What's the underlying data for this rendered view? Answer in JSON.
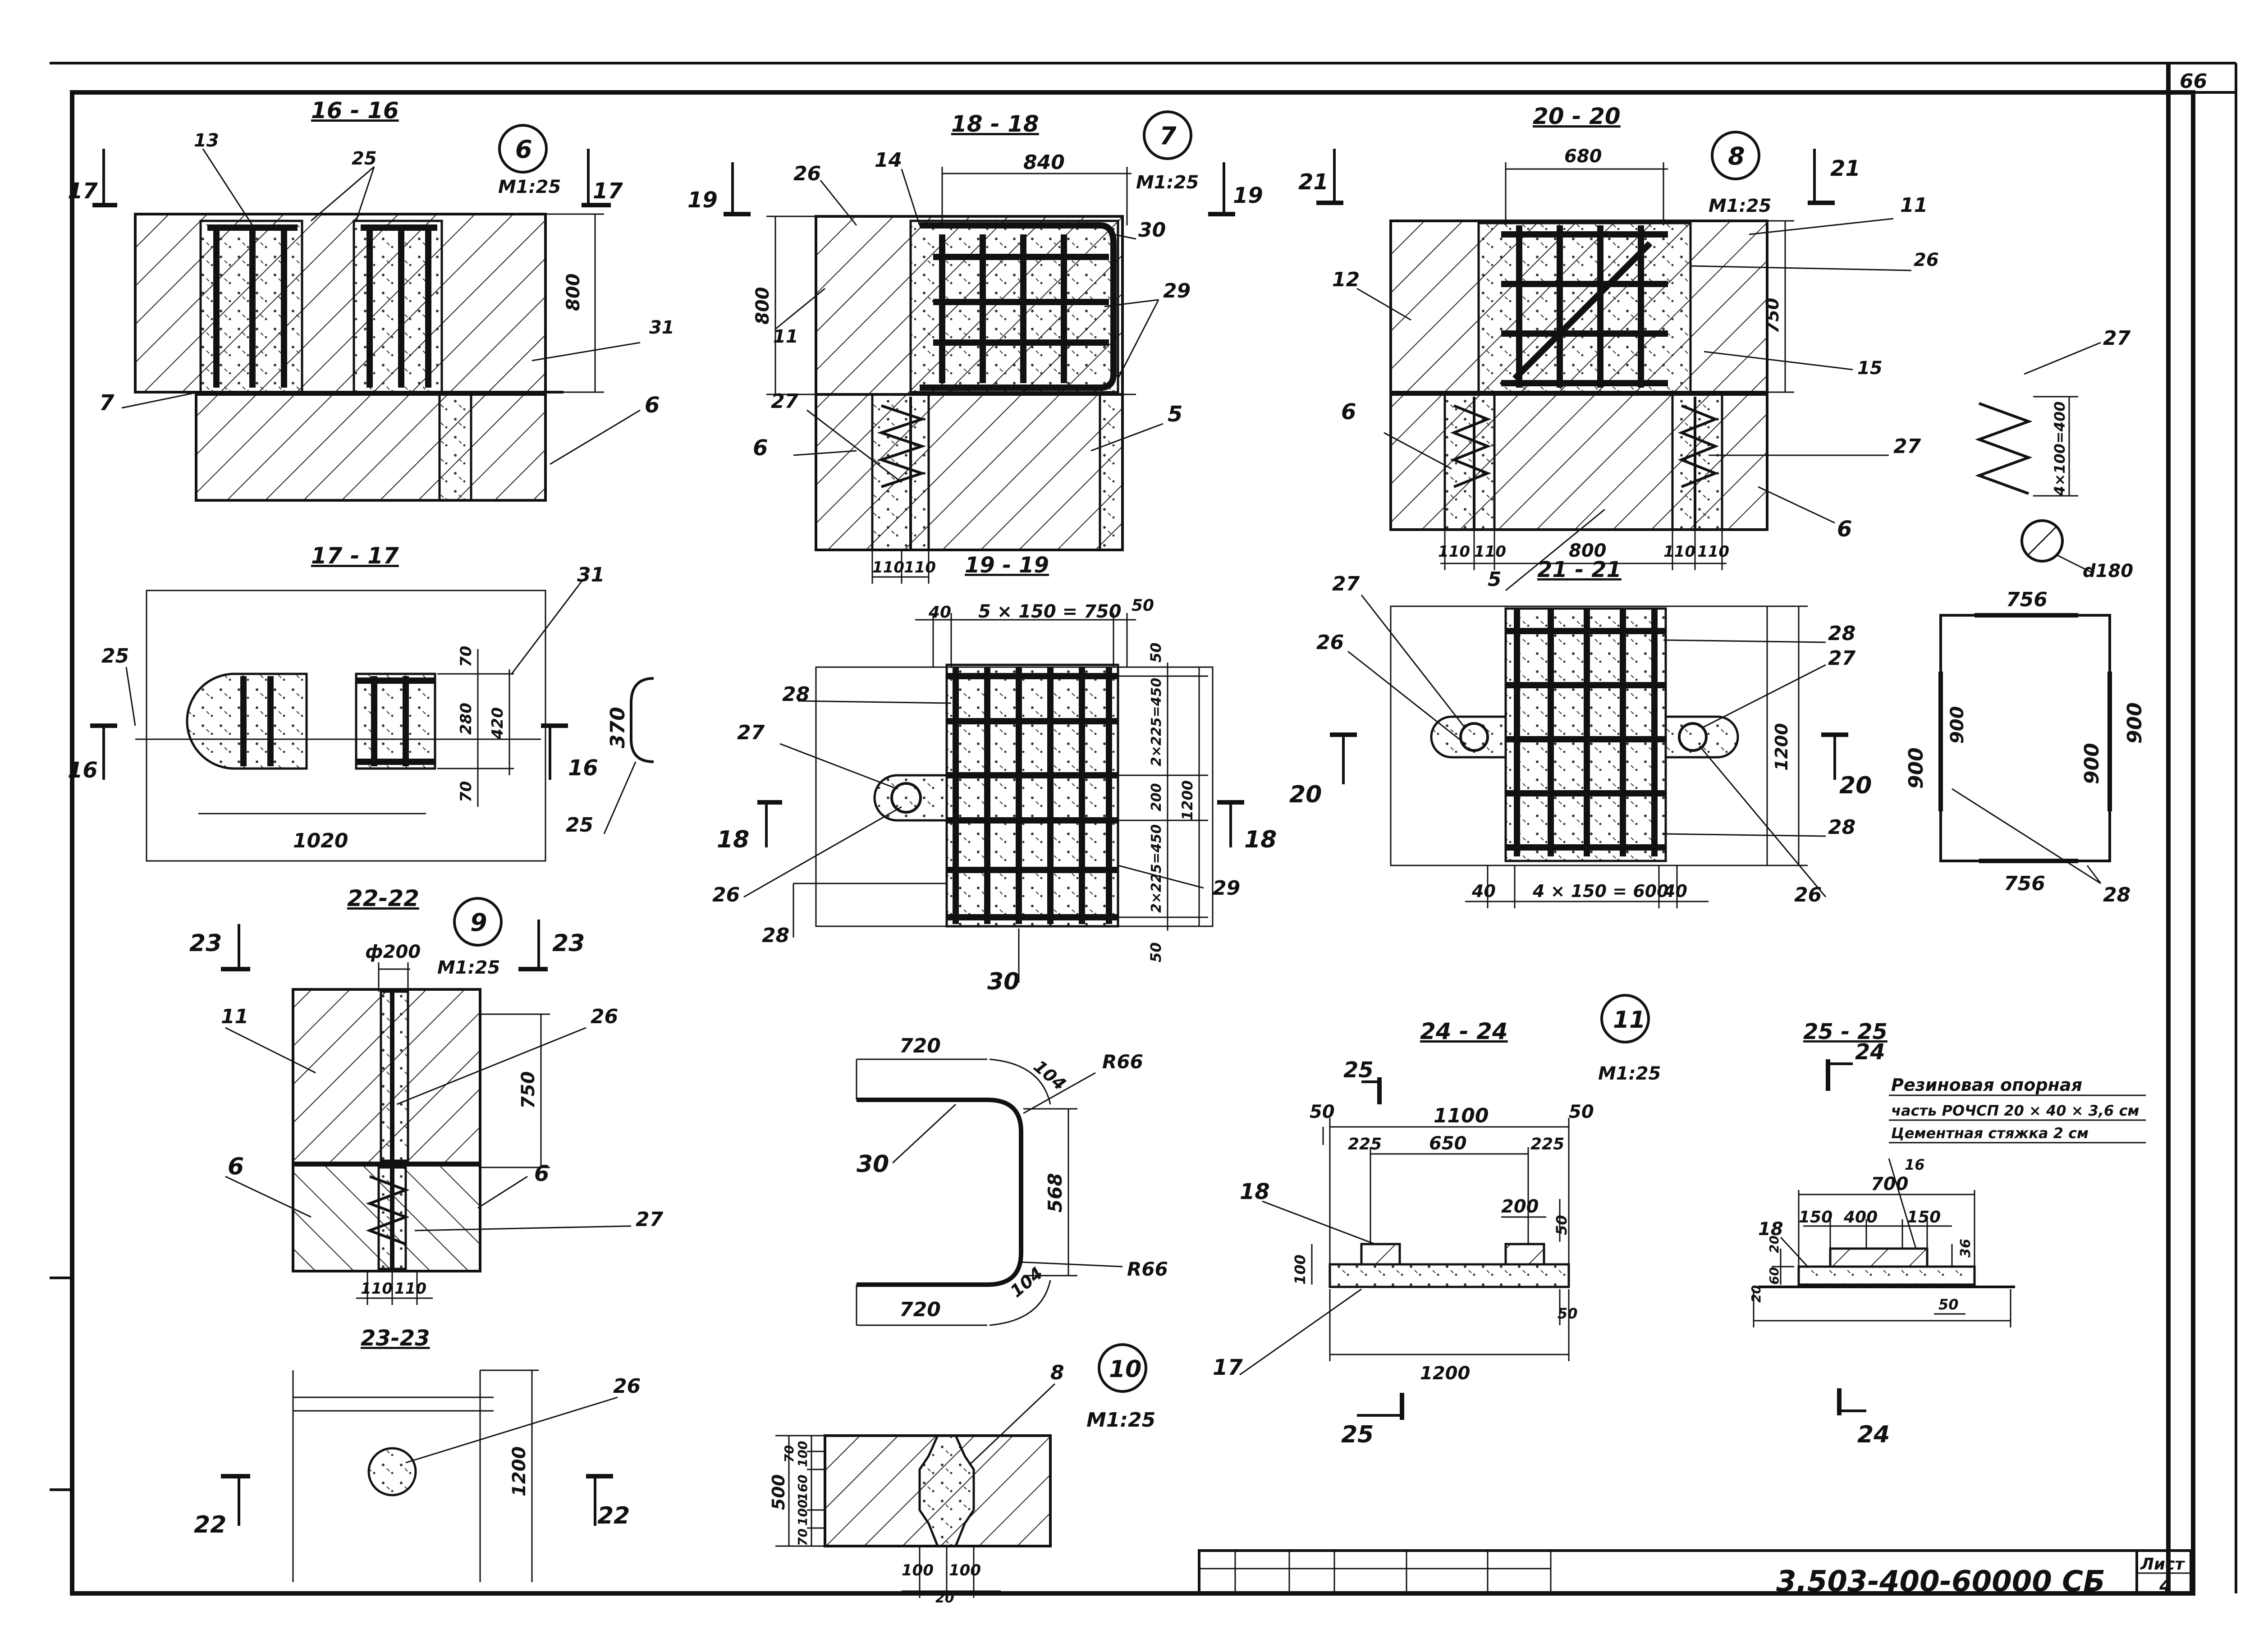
{
  "sheet": {
    "number_label": "Лист",
    "number": "4",
    "corner_number": "66",
    "code": "3.503-400-60000 СБ"
  },
  "details": {
    "d6": {
      "num": "6",
      "scale": "М1:25"
    },
    "d7": {
      "num": "7",
      "scale": "М1:25"
    },
    "d8": {
      "num": "8",
      "scale": "М1:25"
    },
    "d9": {
      "num": "9",
      "scale": "М1:25"
    },
    "d10": {
      "num": "10",
      "scale": "М1:25"
    },
    "d11": {
      "num": "11",
      "scale": "М1:25"
    }
  },
  "sections": {
    "s16": {
      "title": "16 - 16",
      "cut": "17",
      "dim_h": "800",
      "leaders": [
        "13",
        "25",
        "31",
        "7",
        "6"
      ]
    },
    "s17": {
      "title": "17 - 17",
      "cut": "16",
      "dims": [
        "70",
        "280",
        "420",
        "70",
        "1020",
        "370"
      ],
      "leaders": [
        "25",
        "31",
        "25"
      ]
    },
    "s18": {
      "title": "18 - 18",
      "cut": "19",
      "dims": [
        "840",
        "800"
      ],
      "leaders": [
        "26",
        "14",
        "11",
        "30",
        "29",
        "27",
        "6",
        "5"
      ],
      "bottom_dims": [
        "110",
        "110"
      ]
    },
    "s19": {
      "title": "19 - 19",
      "cut": "18",
      "dims": [
        "40",
        "5 × 150 = 750",
        "50",
        "50",
        "2×225=450",
        "200",
        "1200",
        "2×225=450",
        "50"
      ],
      "leaders": [
        "28",
        "27",
        "26",
        "28",
        "29",
        "30"
      ]
    },
    "s20": {
      "title": "20 - 20",
      "cut": "21",
      "dims": [
        "680",
        "750",
        "110",
        "110",
        "800",
        "110",
        "110"
      ],
      "leaders": [
        "12",
        "11",
        "26",
        "15",
        "6",
        "27",
        "6",
        "5"
      ]
    },
    "s21": {
      "title": "21 - 21",
      "cut": "20",
      "dims": [
        "1200",
        "40",
        "4 × 150 = 600",
        "40"
      ],
      "leaders": [
        "27",
        "26",
        "28",
        "27",
        "28",
        "26"
      ]
    },
    "s22": {
      "title": "22-22",
      "cut": "23",
      "dims": [
        "ф200",
        "750",
        "110",
        "110"
      ],
      "leaders": [
        "11",
        "26",
        "6",
        "6",
        "27"
      ]
    },
    "s23": {
      "title": "23-23",
      "cut": "22",
      "dims": [
        "1200"
      ],
      "leaders": [
        "26"
      ]
    },
    "s24": {
      "title": "24 - 24",
      "cut": "25",
      "dims": [
        "50",
        "1100",
        "50",
        "225",
        "650",
        "225",
        "200",
        "50",
        "100",
        "50",
        "1200"
      ],
      "leaders": [
        "18",
        "17"
      ]
    },
    "s25": {
      "title": "25 - 25",
      "cut": "24",
      "dims": [
        "700",
        "16",
        "150",
        "400",
        "150",
        "20",
        "36",
        "20",
        "60",
        "50"
      ],
      "leaders": [
        "18"
      ]
    }
  },
  "part27": {
    "label": "27",
    "dim": "4×100=400",
    "disk": "d180"
  },
  "part28": {
    "label": "28",
    "top": "756",
    "bottom": "756",
    "dims": [
      "900",
      "900",
      "900",
      "900"
    ]
  },
  "part30": {
    "label": "30",
    "dims": [
      "720",
      "104",
      "R66",
      "568",
      "720",
      "104",
      "R66"
    ]
  },
  "part10": {
    "dims": [
      "70",
      "100",
      "160",
      "100",
      "500",
      "70",
      "100",
      "100",
      "20"
    ],
    "leader": "8"
  },
  "note": {
    "line1": "Резиновая  опорная",
    "line2": "часть РОЧСП 20 × 40 × 3,6 см",
    "line3": "Цементная стяжка 2 см"
  }
}
